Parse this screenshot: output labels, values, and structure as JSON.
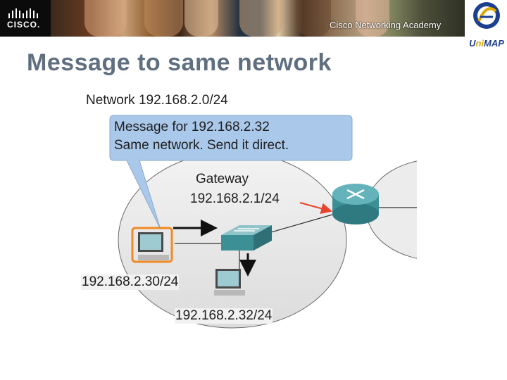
{
  "header": {
    "brand_logo_text": "CISCO.",
    "academy_text": "Cisco Networking Academy",
    "partner_logo_text_prefix": "U",
    "partner_logo_text_mid": "ni",
    "partner_logo_text_suffix": "MAP"
  },
  "title": "Message to same network",
  "diagram": {
    "network_label": "Network 192.168.2.0/24",
    "callout_line1": "Message for 192.168.2.32",
    "callout_line2": "Same network. Send it direct.",
    "gateway_label": "Gateway",
    "gateway_ip": "192.168.2.1/24",
    "host_a_ip": "192.168.2.30/24",
    "host_b_ip": "192.168.2.32/24",
    "colors": {
      "network_ellipse": "#e6e6e6",
      "callout_fill": "#a9c8ea",
      "router": "#3d8f96",
      "switch": "#5f9fa6",
      "pc_highlight": "#f08a24",
      "arrow_red": "#e8452c"
    }
  }
}
